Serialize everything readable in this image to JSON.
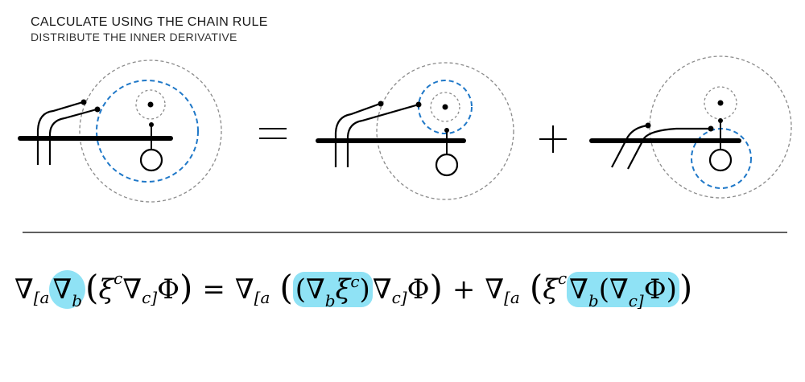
{
  "header": {
    "title": "CALCULATE USING THE CHAIN RULE",
    "subtitle": "DISTRIBUTE THE INNER DERIVATIVE"
  },
  "diagram": {
    "operators": {
      "equals": "=",
      "plus": "+"
    }
  },
  "equation": {
    "nabla": "∇",
    "sub_open_a": "[a",
    "b": "b",
    "xi": "ξ",
    "c": "c",
    "sub_close_c": "c]",
    "phi": "Φ",
    "equals": "=",
    "plus": "+",
    "lparen": "(",
    "rparen": ")"
  },
  "colors": {
    "highlight": "#8fe2f5",
    "dashed_blue": "#1f78c8",
    "dashed_gray": "#8a8a8a",
    "ink": "#000000"
  }
}
